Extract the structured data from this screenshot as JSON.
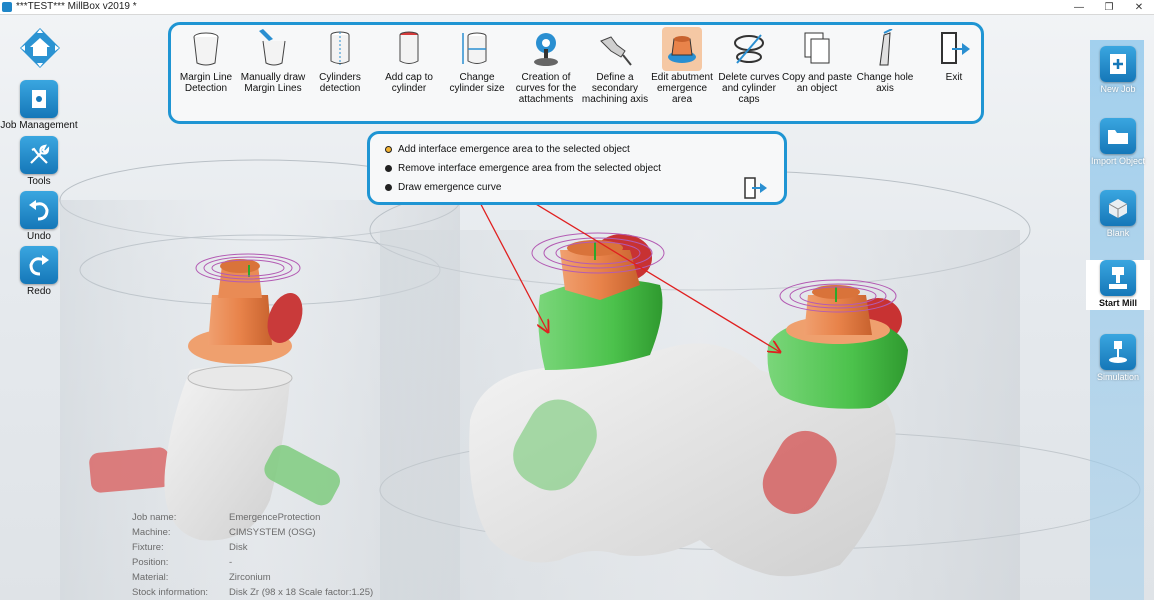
{
  "window": {
    "title": "***TEST*** MillBox v2019 *",
    "controls": [
      "—",
      "❐",
      "✕"
    ]
  },
  "left_toolbar": {
    "items": [
      {
        "label": ""
      },
      {
        "label": "Job Management"
      },
      {
        "label": "Tools"
      },
      {
        "label": "Undo"
      },
      {
        "label": "Redo"
      }
    ]
  },
  "ribbon": {
    "buttons": [
      {
        "label": "Margin Line Detection",
        "icon": "cylinder-cup-icon"
      },
      {
        "label": "Manually draw Margin Lines",
        "icon": "pencil-cup-icon"
      },
      {
        "label": "Cylinders detection",
        "icon": "cylinder-dashed-icon"
      },
      {
        "label": "Add cap to cylinder",
        "icon": "cylinder-cap-icon"
      },
      {
        "label": "Change cylinder size",
        "icon": "cylinder-resize-icon"
      },
      {
        "label": "Creation of curves for the attachments",
        "icon": "attachment-icon"
      },
      {
        "label": "Define a secondary machining axis",
        "icon": "machining-axis-icon"
      },
      {
        "label": "Edit abutment emergence area",
        "icon": "abutment-icon"
      },
      {
        "label": "Delete curves and cylinder caps",
        "icon": "delete-curve-icon"
      },
      {
        "label": "Copy and paste an object",
        "icon": "copy-icon"
      },
      {
        "label": "Change hole axis",
        "icon": "hole-axis-icon"
      },
      {
        "label": "Exit",
        "icon": "exit-icon"
      }
    ]
  },
  "options": {
    "items": [
      {
        "label": "Add interface emergence area to the selected object",
        "selected": true
      },
      {
        "label": "Remove interface emergence area from the selected object",
        "selected": false
      },
      {
        "label": "Draw emergence curve",
        "selected": false
      }
    ]
  },
  "right_toolbar": {
    "items": [
      {
        "label": "New Job"
      },
      {
        "label": "Import Object"
      },
      {
        "label": "Blank"
      },
      {
        "label": "Start Mill",
        "active": true
      },
      {
        "label": "Simulation"
      }
    ]
  },
  "job_info": {
    "rows": [
      {
        "key": "Job name:",
        "value": "EmergenceProtection"
      },
      {
        "key": "Machine:",
        "value": "CIMSYSTEM (OSG)"
      },
      {
        "key": "Fixture:",
        "value": "Disk"
      },
      {
        "key": "Position:",
        "value": "-"
      },
      {
        "key": "Material:",
        "value": "Zirconium"
      },
      {
        "key": "Stock information:",
        "value": "Disk Zr (98 x 18 Scale factor:1.25)"
      }
    ]
  },
  "colors": {
    "accent": "#1f95d3",
    "abutment": "#e8834a",
    "emergence": "#4cc24c",
    "arrow": "#e02020"
  }
}
